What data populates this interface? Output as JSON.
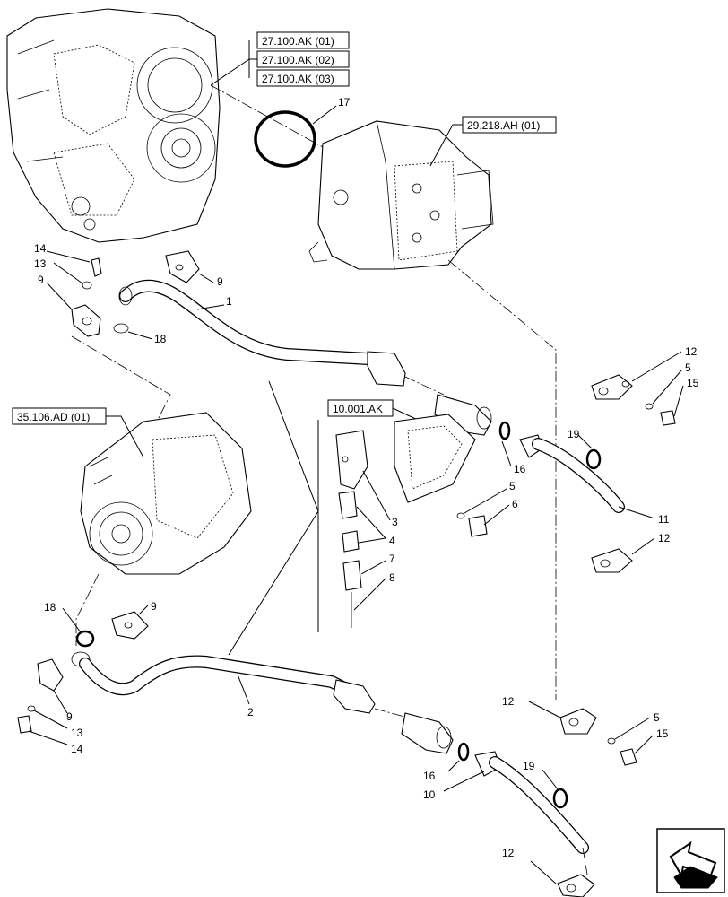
{
  "references": {
    "gearbox_1": "27.100.AK (01)",
    "gearbox_2": "27.100.AK (02)",
    "gearbox_3": "27.100.AK (03)",
    "pump": "29.218.AH (01)",
    "drive": "35.106.AD (01)",
    "bracket": "10.001.AK"
  },
  "callouts": {
    "c1": "1",
    "c2": "2",
    "c3": "3",
    "c4": "4",
    "c5a": "5",
    "c5b": "5",
    "c5c": "5",
    "c6": "6",
    "c7": "7",
    "c8": "8",
    "c9a": "9",
    "c9b": "9",
    "c9c": "9",
    "c9d": "9",
    "c10": "10",
    "c11": "11",
    "c12a": "12",
    "c12b": "12",
    "c12c": "12",
    "c12d": "12",
    "c13a": "13",
    "c13b": "13",
    "c14a": "14",
    "c14b": "14",
    "c15a": "15",
    "c15b": "15",
    "c16a": "16",
    "c16b": "16",
    "c17": "17",
    "c18a": "18",
    "c18b": "18",
    "c19a": "19",
    "c19b": "19"
  },
  "icons": {
    "navigation": "next-page-arrow-icon"
  }
}
